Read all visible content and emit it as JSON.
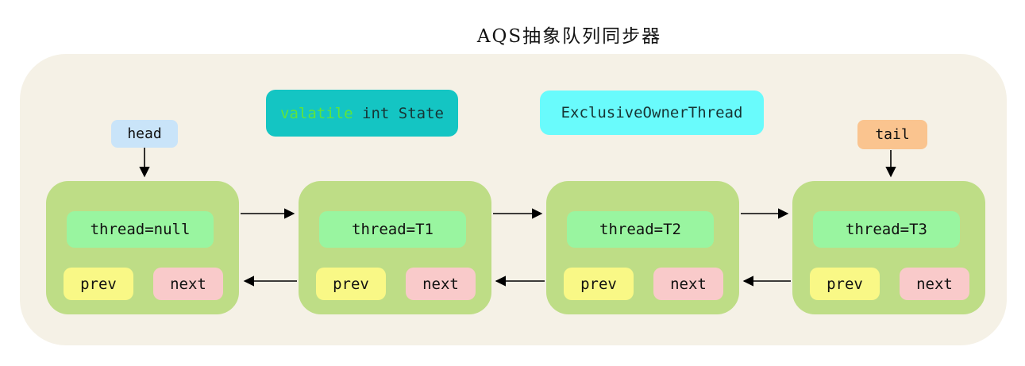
{
  "title": "AQS抽象队列同步器",
  "state_box": {
    "keyword": "valatile",
    "rest": " int State"
  },
  "owner_box": {
    "label": "ExclusiveOwnerThread"
  },
  "pointers": {
    "head": "head",
    "tail": "tail"
  },
  "nodes": [
    {
      "thread": "thread=null",
      "prev": "prev",
      "next": "next"
    },
    {
      "thread": "thread=T1",
      "prev": "prev",
      "next": "next"
    },
    {
      "thread": "thread=T2",
      "prev": "prev",
      "next": "next"
    },
    {
      "thread": "thread=T3",
      "prev": "prev",
      "next": "next"
    }
  ],
  "colors": {
    "canvas_bg": "#ffffff",
    "container_bg": "#f5f1e6",
    "node_bg": "#bedd86",
    "thread_bg": "#99f5a0",
    "prev_bg": "#f9f886",
    "next_bg": "#f9caca",
    "head_bg": "#c9e4f9",
    "tail_bg": "#fac48f",
    "state_bg": "#14c5c3",
    "state_keyword": "#5ee53c",
    "owner_bg": "#69fbfc",
    "text": "#111111",
    "arrow": "#000000"
  }
}
